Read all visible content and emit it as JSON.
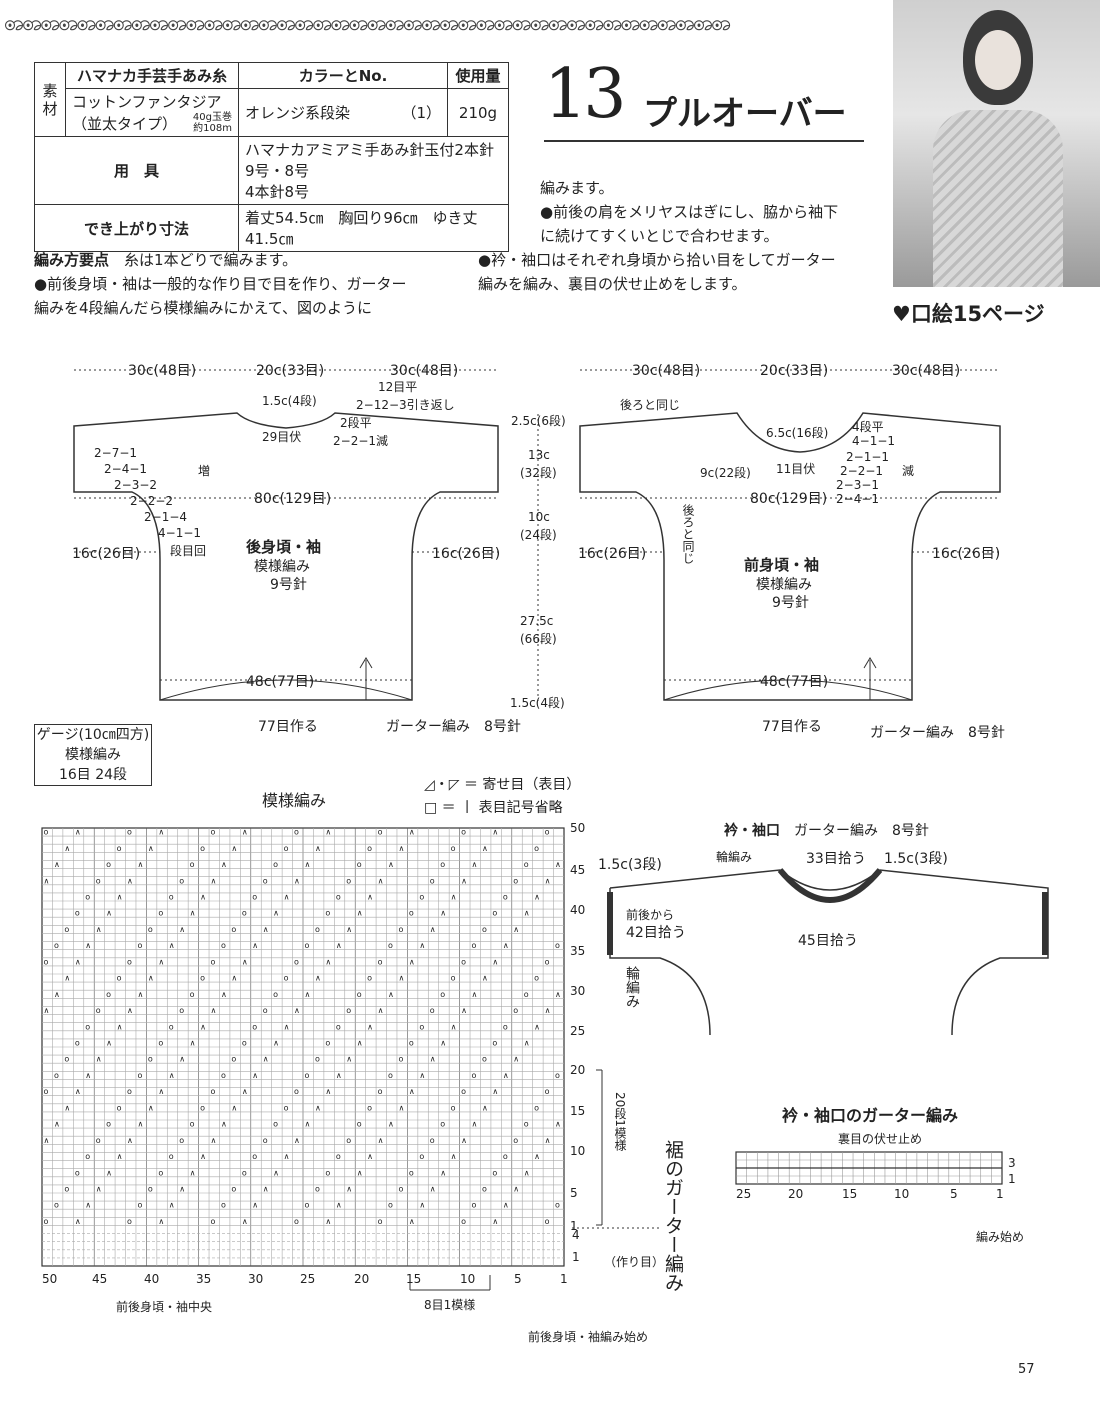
{
  "border_band": "ꩨꩨꩨꩨꩨꩨꩨꩨꩨꩨꩨꩨꩨꩨꩨꩨꩨꩨꩨꩨꩨꩨꩨꩨꩨꩨꩨꩨꩨꩨꩨꩨꩨꩨꩨꩨꩨꩨꩨꩨ",
  "materials": {
    "label_material": "素材",
    "header_yarn": "ハマナカ手芸手あみ糸",
    "header_color": "カラーとNo.",
    "header_amount": "使用量",
    "yarn_name": "コットンファンタジア",
    "yarn_type": "（並太タイプ）",
    "yarn_spec1": "40g玉巻",
    "yarn_spec2": "約108m",
    "color": "オレンジ系段染",
    "color_no": "（1）",
    "amount": "210g",
    "label_tools": "用　具",
    "tools1": "ハマナカアミアミ手あみ針玉付2本針9号・8号",
    "tools2": "4本針8号",
    "label_size": "でき上がり寸法",
    "size": "着丈54.5㎝　胸回り96㎝　ゆき丈41.5㎝"
  },
  "title": {
    "number": "13",
    "name": "プルオーバー"
  },
  "instructions": {
    "heading": "編み方要点",
    "line1": "糸は1本どりで編みます。",
    "line2": "●前後身頃・袖は一般的な作り目で目を作り、ガーター",
    "line3": "編みを4段編んだら模様編みにかえて、図のように",
    "line4": "編みます。",
    "line5": "●前後の肩をメリヤスはぎにし、脇から袖下",
    "line6": "に続けてすくいとじで合わせます。",
    "line7": "●衿・袖口はそれぞれ身頃から拾い目をしてガーター",
    "line8": "編みを編み、裏目の伏せ止めをします。"
  },
  "reference": "♥口絵15ページ",
  "back": {
    "top_left": "30c(48目)",
    "top_mid": "20c(33目)",
    "top_right": "30c(48目)",
    "neck_depth": "1.5c(4段)",
    "neck_flat": "12目平",
    "neck_dec": "2−12−3引き返し",
    "neck_flat2": "2段平",
    "neck_dec2": "2−2−1減",
    "neck_bind": "29目伏",
    "inc_title": "増",
    "inc1": "2−7−1",
    "inc2": "2−4−1",
    "inc3": "2−3−2",
    "inc4": "2−2−2",
    "inc5": "2−1−4",
    "inc6": "4−1−1",
    "inc_hdr": "段目回",
    "width80": "80c(129目)",
    "side_left": "16c(26目)",
    "side_right": "16c(26目)",
    "name": "後身頃・袖",
    "pattern": "模様編み",
    "needle": "9号針",
    "hem": "48c(77目)",
    "cast": "77目作る",
    "garter": "ガーター編み　8号針"
  },
  "center": {
    "a": "2.5c(6段)",
    "b": "13c",
    "b2": "(32段)",
    "c": "10c",
    "c2": "(24段)",
    "d": "27.5c",
    "d2": "(66段)",
    "e": "1.5c(4段)"
  },
  "front": {
    "top_left": "30c(48目)",
    "top_mid": "20c(33目)",
    "top_right": "30c(48目)",
    "same_back": "後ろと同じ",
    "neck": "6.5c(16段)",
    "dec_flat": "4段平",
    "dec1": "4−1−1",
    "dec2": "2−1−1",
    "dec3": "2−2−1",
    "dec4": "2−3−1",
    "dec5": "2−4−1",
    "dec_label": "減",
    "bind": "11目伏",
    "depth": "9c(22段)",
    "width80": "80c(129目)",
    "same_back2": "後ろと同じ",
    "side_left": "16c(26目)",
    "side_right": "16c(26目)",
    "name": "前身頃・袖",
    "pattern": "模様編み",
    "needle": "9号針",
    "hem": "48c(77目)",
    "cast": "77目作る",
    "garter": "ガーター編み　8号針"
  },
  "gauge": {
    "title": "ゲージ(10㎝四方)",
    "pattern": "模様編み",
    "value": "16目 24段"
  },
  "chart": {
    "title": "模様編み",
    "legend1": "◿・◸ ＝ 寄せ目（表目）",
    "legend2": "□ ＝ 丨 表目記号省略",
    "right_rows": [
      "50",
      "45",
      "40",
      "35",
      "30",
      "25",
      "20",
      "15",
      "10",
      "5",
      "1"
    ],
    "bottom_cols": [
      "50",
      "45",
      "40",
      "35",
      "30",
      "25",
      "20",
      "15",
      "10",
      "5",
      "1"
    ],
    "repeat_rows": "20段1模様",
    "hem_label": "裾のガーター編み",
    "cast_label": "（作り目）",
    "row4": "4",
    "row1": "1",
    "repeat_cols": "8目1模様",
    "center_label": "前後身頃・袖中央",
    "start_label": "前後身頃・袖編み始め"
  },
  "collar": {
    "title": "衿・袖口",
    "title_detail": "ガーター編み　8号針",
    "round": "輪編み",
    "pick33": "33目拾う",
    "depth_l": "1.5c(3段)",
    "depth_r": "1.5c(3段)",
    "sleeve_pick": "前後から",
    "sleeve_pick2": "42目拾う",
    "pick45": "45目拾う",
    "round2": "輪編み"
  },
  "garter_chart": {
    "title": "衿・袖口のガーター編み",
    "bind_off": "裏目の伏せ止め",
    "cols": [
      "25",
      "20",
      "15",
      "10",
      "5",
      "1"
    ],
    "row3": "3",
    "row1": "1",
    "start": "編み始め"
  },
  "page_number": "57"
}
